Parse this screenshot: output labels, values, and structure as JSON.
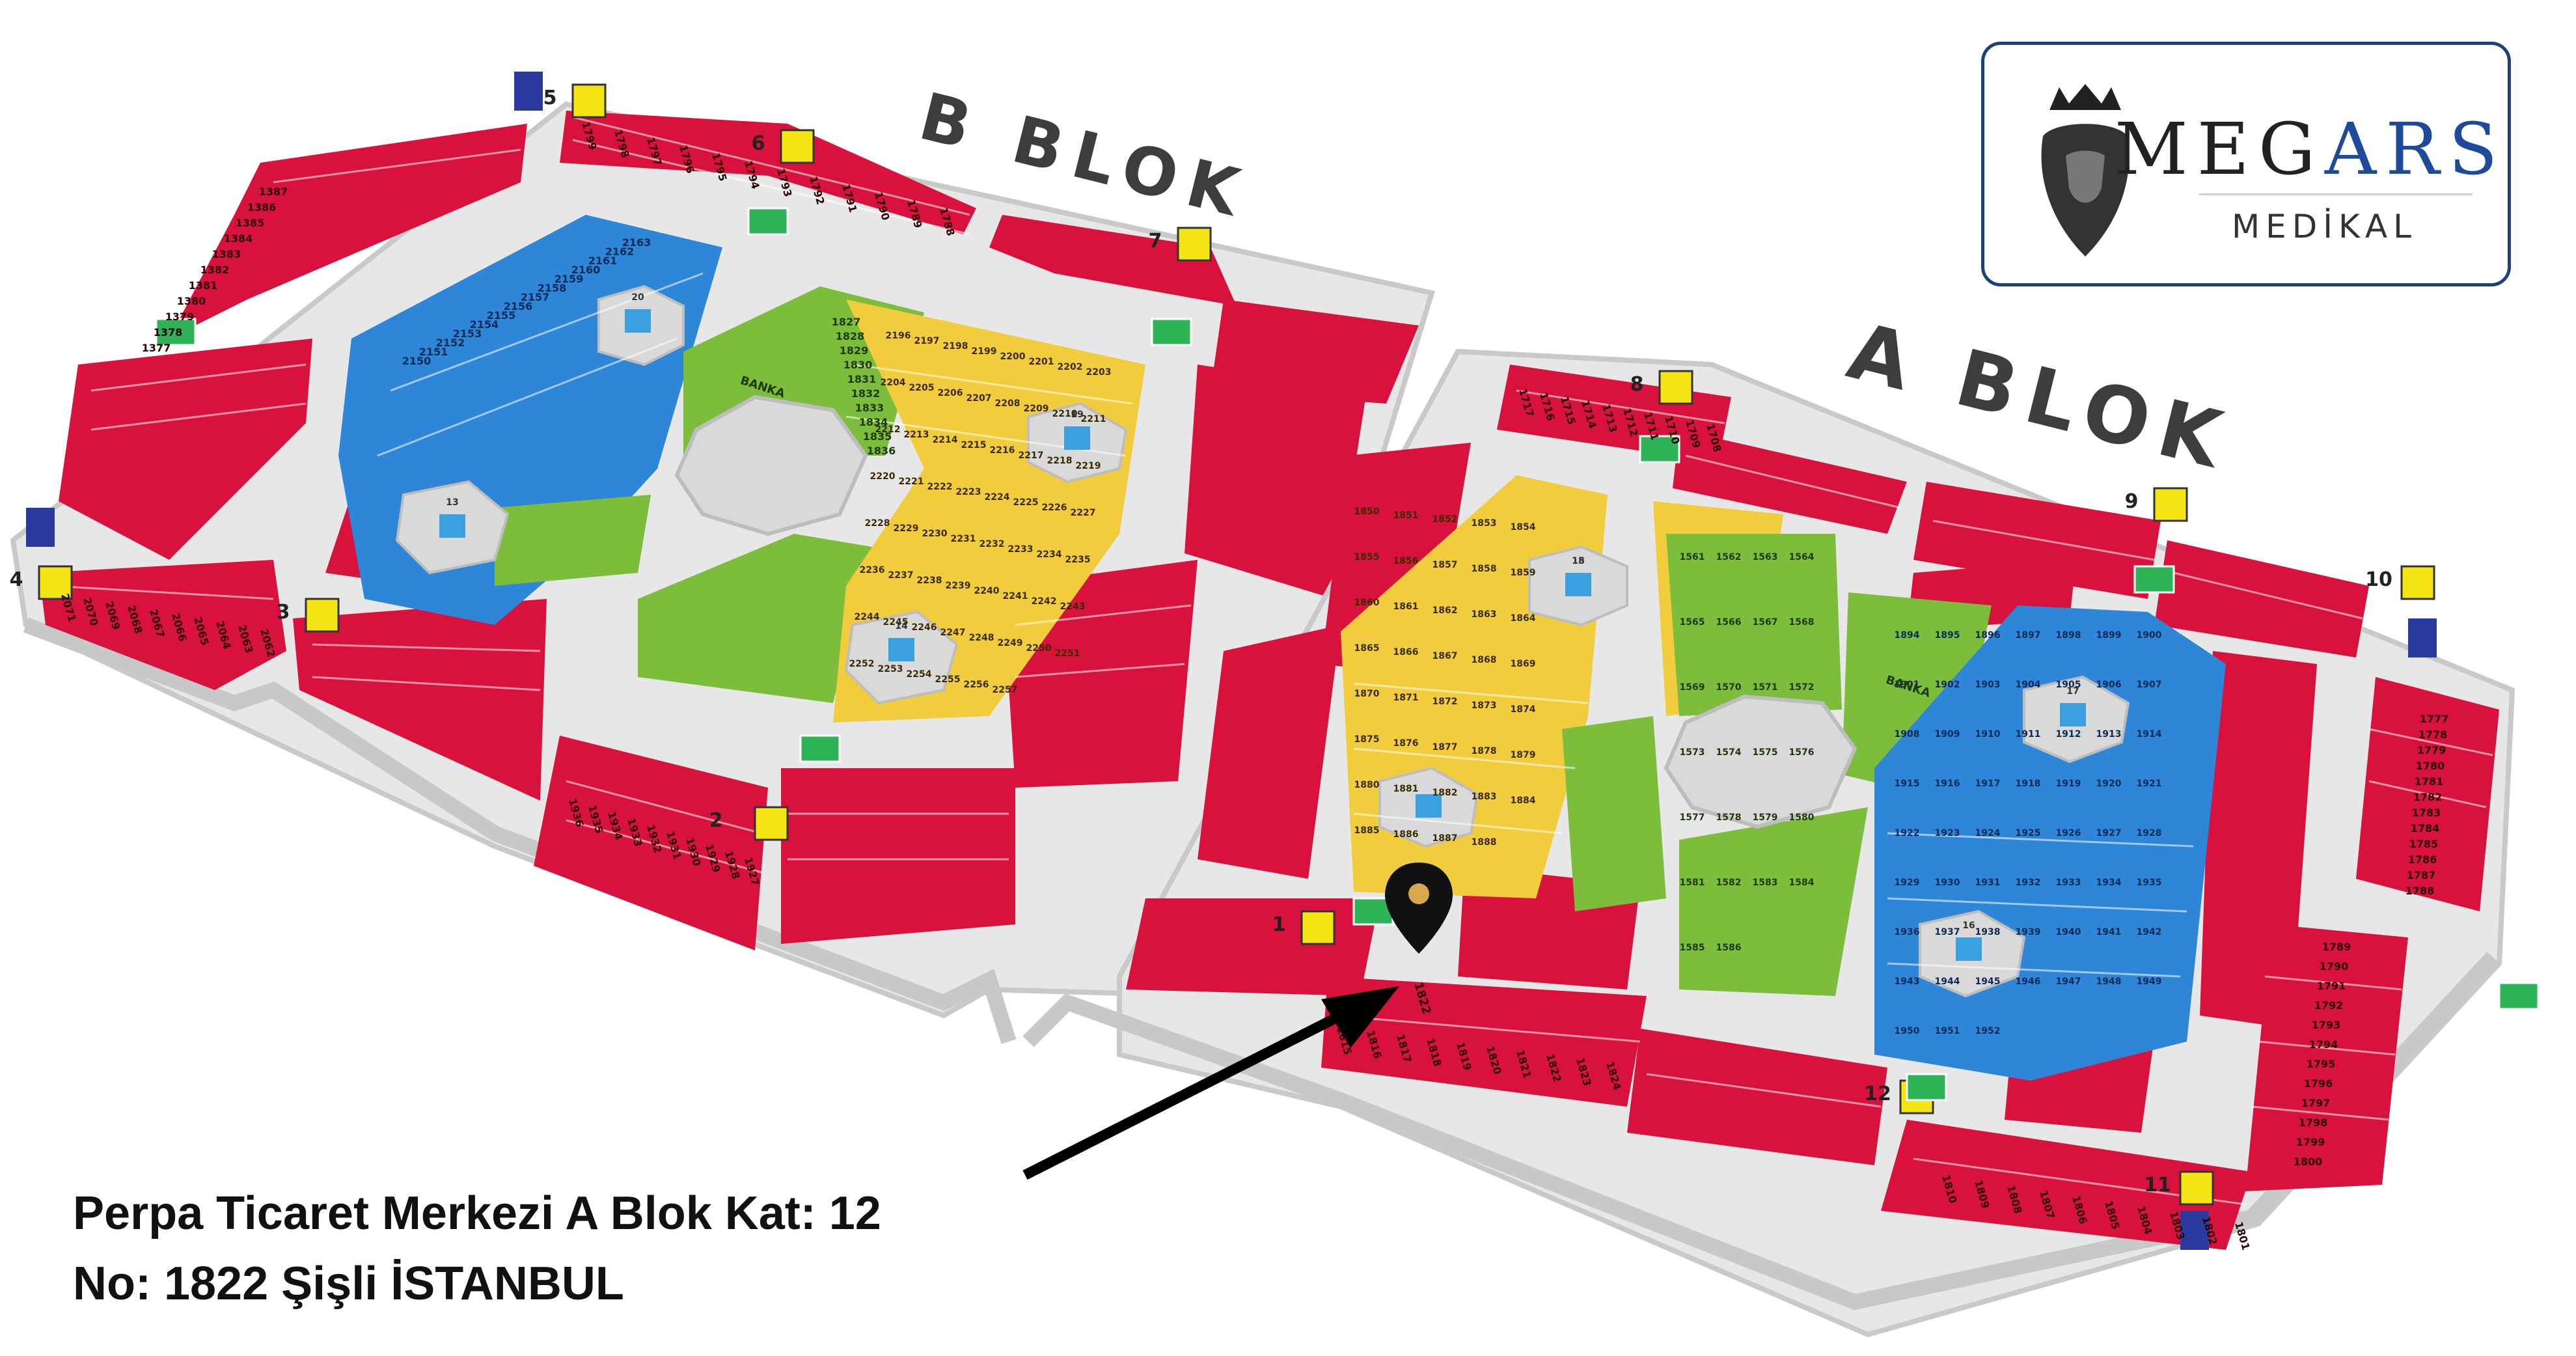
{
  "blocks": {
    "b_label": "B BLOK",
    "a_label": "A BLOK"
  },
  "logo": {
    "brand_prefix": "MEG",
    "brand_accent": "ARS",
    "subtitle": "MEDİKAL"
  },
  "address": {
    "line1": "Perpa Ticaret Merkezi A Blok Kat: 12",
    "line2": "No: 1822 Şişli İSTANBUL"
  },
  "marker": {
    "shop_number": "1822"
  },
  "legend_colors": {
    "shop_red": "#d8123c",
    "shop_yellow": "#f1cc3c",
    "shop_green": "#7cbd3b",
    "shop_blue": "#2e86d8",
    "floor_grey": "#e4e4e4",
    "wall": "#c9c9c9",
    "brand_blue": "#1e4a9c",
    "exit_green": "#2eb457",
    "elevator_yellow": "#f4e414",
    "wc_blue": "#2b3a9e"
  },
  "markers": {
    "elevators": [
      "1",
      "2",
      "3",
      "4",
      "5",
      "6",
      "7",
      "8",
      "9",
      "10",
      "11",
      "12"
    ],
    "lobbies": [
      "13",
      "14",
      "15",
      "16",
      "17",
      "18",
      "19",
      "20"
    ],
    "bank_labels": [
      "BANKA",
      "BANKA"
    ]
  },
  "shops": {
    "b_red_top": [
      "1799",
      "1798",
      "1797",
      "1796",
      "1795",
      "1794",
      "1793",
      "1792",
      "1791",
      "1790",
      "1789",
      "1788"
    ],
    "b_red_left": [
      "1387",
      "1386",
      "1385",
      "1384",
      "1383",
      "1382",
      "1381",
      "1380",
      "1379",
      "1378",
      "1377"
    ],
    "b_red_bottom": [
      "2071",
      "2070",
      "2069",
      "2068",
      "2067",
      "2066",
      "2065",
      "2064",
      "2063",
      "2062"
    ],
    "b_red_south": [
      "1936",
      "1935",
      "1934",
      "1933",
      "1932",
      "1931",
      "1930",
      "1929",
      "1928",
      "1927"
    ],
    "b_blue": [
      "2150",
      "2151",
      "2152",
      "2153",
      "2154",
      "2155",
      "2156",
      "2157",
      "2158",
      "2159",
      "2160",
      "2161",
      "2162",
      "2163"
    ],
    "b_green": [
      "1827",
      "1828",
      "1829",
      "1830",
      "1831",
      "1832",
      "1833",
      "1834",
      "1835",
      "1836"
    ],
    "b_yellow": [
      "2196",
      "2197",
      "2198",
      "2199",
      "2200",
      "2201",
      "2202",
      "2203",
      "2204",
      "2205",
      "2206",
      "2207",
      "2208",
      "2209",
      "2210",
      "2211",
      "2212",
      "2213",
      "2214",
      "2215",
      "2216",
      "2217",
      "2218",
      "2219",
      "2220",
      "2221",
      "2222",
      "2223",
      "2224",
      "2225",
      "2226",
      "2227",
      "2228",
      "2229",
      "2230",
      "2231",
      "2232",
      "2233",
      "2234",
      "2235",
      "2236",
      "2237",
      "2238",
      "2239",
      "2240",
      "2241",
      "2242",
      "2243",
      "2244",
      "2245",
      "2246",
      "2247",
      "2248",
      "2249",
      "2250",
      "2251",
      "2252",
      "2253",
      "2254",
      "2255",
      "2256",
      "2257"
    ],
    "a_red_top": [
      "1717",
      "1716",
      "1715",
      "1714",
      "1713",
      "1712",
      "1711",
      "1710",
      "1709",
      "1708"
    ],
    "a_red_right": [
      "1777",
      "1778",
      "1779",
      "1780",
      "1781",
      "1782",
      "1783",
      "1784",
      "1785",
      "1786",
      "1787",
      "1788"
    ],
    "a_red_right_lower": [
      "1789",
      "1790",
      "1791",
      "1792",
      "1793",
      "1794",
      "1795",
      "1796",
      "1797",
      "1798",
      "1799",
      "1800"
    ],
    "a_red_bottom": [
      "1801",
      "1802",
      "1803",
      "1804",
      "1805",
      "1806",
      "1807",
      "1808",
      "1809",
      "1810"
    ],
    "a_red_south": [
      "1815",
      "1816",
      "1817",
      "1818",
      "1819",
      "1820",
      "1821",
      "1822",
      "1823",
      "1824"
    ],
    "a_yellow": [
      "1850",
      "1851",
      "1852",
      "1853",
      "1854",
      "1855",
      "1856",
      "1857",
      "1858",
      "1859",
      "1860",
      "1861",
      "1862",
      "1863",
      "1864",
      "1865",
      "1866",
      "1867",
      "1868",
      "1869",
      "1870",
      "1871",
      "1872",
      "1873",
      "1874",
      "1875",
      "1876",
      "1877",
      "1878",
      "1879",
      "1880",
      "1881",
      "1882",
      "1883",
      "1884",
      "1885",
      "1886",
      "1887",
      "1888"
    ],
    "a_green": [
      "1561",
      "1562",
      "1563",
      "1564",
      "1565",
      "1566",
      "1567",
      "1568",
      "1569",
      "1570",
      "1571",
      "1572",
      "1573",
      "1574",
      "1575",
      "1576",
      "1577",
      "1578",
      "1579",
      "1580",
      "1581",
      "1582",
      "1583",
      "1584",
      "1585",
      "1586"
    ],
    "a_blue": [
      "1894",
      "1895",
      "1896",
      "1897",
      "1898",
      "1899",
      "1900",
      "1901",
      "1902",
      "1903",
      "1904",
      "1905",
      "1906",
      "1907",
      "1908",
      "1909",
      "1910",
      "1911",
      "1912",
      "1913",
      "1914",
      "1915",
      "1916",
      "1917",
      "1918",
      "1919",
      "1920",
      "1921",
      "1922",
      "1923",
      "1924",
      "1925",
      "1926",
      "1927",
      "1928",
      "1929",
      "1930",
      "1931",
      "1932",
      "1933",
      "1934",
      "1935",
      "1936",
      "1937",
      "1938",
      "1939",
      "1940",
      "1941",
      "1942",
      "1943",
      "1944",
      "1945",
      "1946",
      "1947",
      "1948",
      "1949",
      "1950",
      "1951",
      "1952"
    ]
  }
}
